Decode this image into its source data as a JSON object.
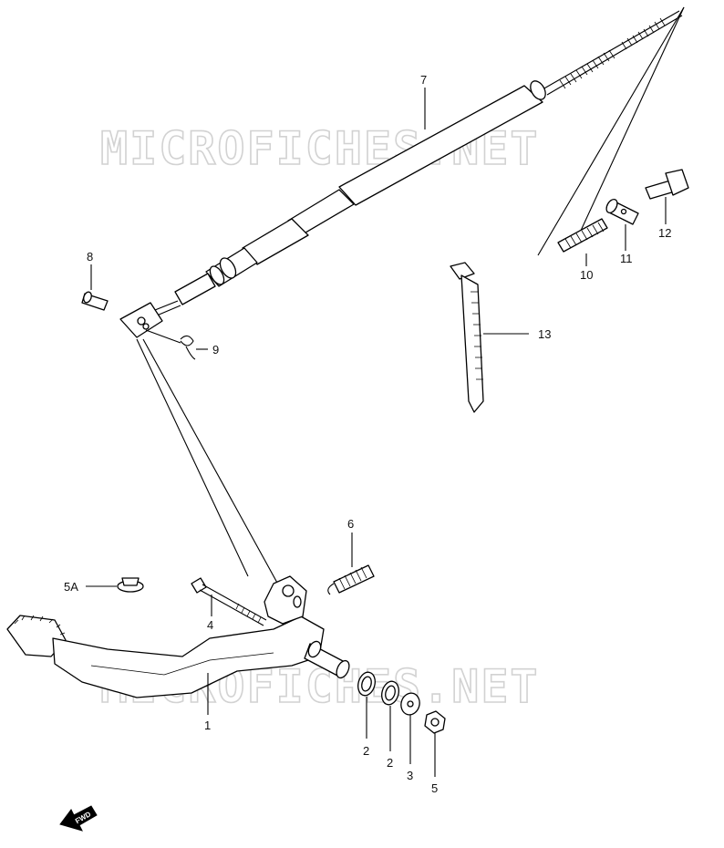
{
  "watermark": {
    "text": "MICROFICHES.NET"
  },
  "fwd_label": "FWD",
  "callouts": [
    {
      "id": "c7",
      "text": "7"
    },
    {
      "id": "c8",
      "text": "8"
    },
    {
      "id": "c9",
      "text": "9"
    },
    {
      "id": "c10",
      "text": "10"
    },
    {
      "id": "c11",
      "text": "11"
    },
    {
      "id": "c12",
      "text": "12"
    },
    {
      "id": "c13",
      "text": "13"
    },
    {
      "id": "c6",
      "text": "6"
    },
    {
      "id": "c5A",
      "text": "5A"
    },
    {
      "id": "c4",
      "text": "4"
    },
    {
      "id": "c1",
      "text": "1"
    },
    {
      "id": "c2a",
      "text": "2"
    },
    {
      "id": "c2b",
      "text": "2"
    },
    {
      "id": "c3",
      "text": "3"
    },
    {
      "id": "c5",
      "text": "5"
    }
  ]
}
